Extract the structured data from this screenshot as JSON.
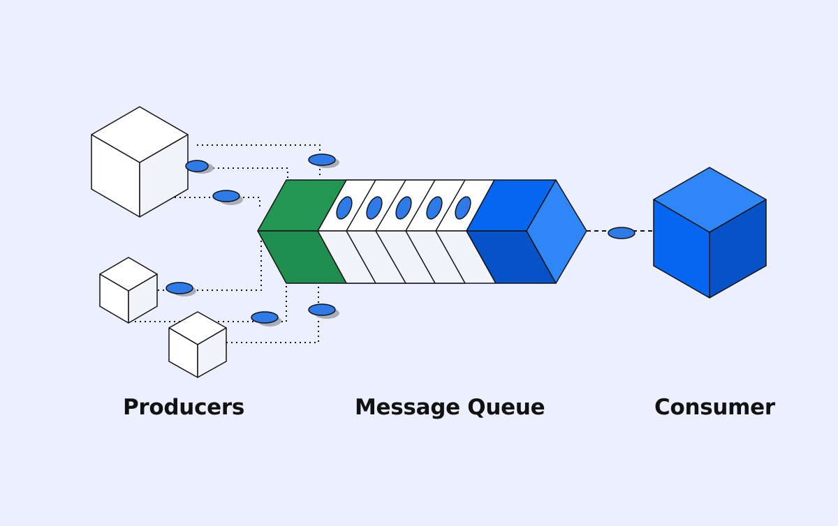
{
  "labels": {
    "producers": "Producers",
    "queue": "Message Queue",
    "consumer": "Consumer"
  },
  "colors": {
    "background": "#ECF0FE",
    "queue_head": "#229753",
    "queue_tail": "#0567F0",
    "consumer": "#0567F0",
    "message": "#2E7BE8",
    "outline": "#111111"
  },
  "diagram": {
    "producer_count": 3,
    "queue_message_count": 5,
    "message_connections_in_transit": 7
  }
}
